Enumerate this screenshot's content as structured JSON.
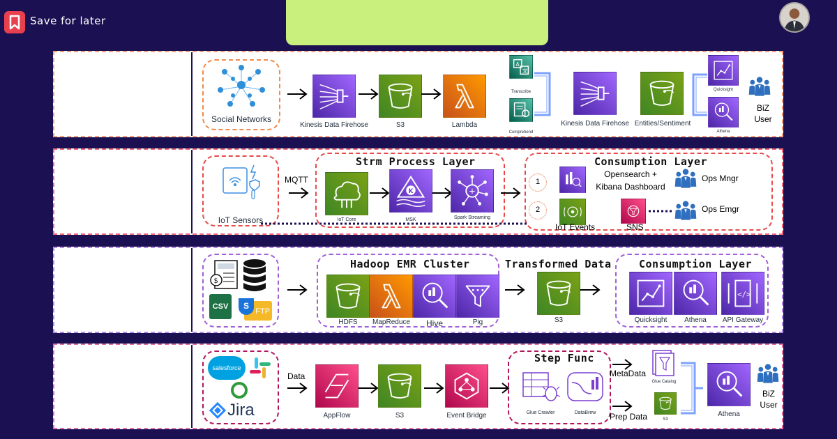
{
  "header": {
    "save_label": "Save for later"
  },
  "colors": {
    "background": "#1a1052",
    "banner": "#c9f07c"
  },
  "row1": {
    "source": "Social Networks",
    "firehose": "Kinesis Data Firehose",
    "s3": "S3",
    "lambda": "Lambda",
    "transcribe": "Transcribe",
    "comprehend": "Comprehend",
    "firehose2": "Kinesis Data Firehose",
    "entities": "Entities/Sentiment",
    "quicksight": "Quicksight",
    "athena": "Athena",
    "biz_user": "BiZ\nUser"
  },
  "row2": {
    "source": "IoT Sensors",
    "protocol": "MQTT",
    "strm_title": "Strm Process Layer",
    "iot_core": "IoT Core",
    "msk": "MSK",
    "spark": "Spark Streaming",
    "consumption_title": "Consumption Layer",
    "num1": "1",
    "num2": "2",
    "opensearch": "Opensearch +\nKibana Dashboard",
    "iot_events": "IoT Events",
    "sns": "SNS",
    "ops_mngr": "Ops Mngr",
    "ops_emgr": "Ops Emgr"
  },
  "row3": {
    "csv": "CSV",
    "ftp": "FTP",
    "s_badge": "S",
    "emr_title": "Hadoop EMR Cluster",
    "hdfs": "HDFS",
    "mapreduce": "MapReduce",
    "hive": "Hive",
    "pig": "Pig",
    "transformed_title": "Transformed Data",
    "s3": "S3",
    "consumption_title": "Consumption Layer",
    "quicksight": "Quicksight",
    "athena": "Athena",
    "api_gateway": "API Gateway"
  },
  "row4": {
    "salesforce": "salesforce",
    "jira": "Jira",
    "data_label": "Data",
    "appflow": "AppFlow",
    "s3": "S3",
    "event_bridge": "Event Bridge",
    "step_title": "Step Func",
    "glue_crawler": "Glue Crawler",
    "databrew": "DataBrew",
    "metadata": "MetaData",
    "prep_data": "Prep Data",
    "glue_catalog": "Glue Catalog",
    "s3_small": "S3",
    "athena": "Athena",
    "biz_user": "BiZ\nUser"
  },
  "icons": [
    "bookmark-icon",
    "avatar",
    "people-network-icon",
    "firehose-icon",
    "bucket-icon",
    "lambda-icon",
    "transcribe-icon",
    "comprehend-icon",
    "quicksight-icon",
    "athena-icon",
    "users-icon",
    "iot-sensor-icon",
    "iot-core-icon",
    "msk-icon",
    "spark-icon",
    "opensearch-icon",
    "iot-events-icon",
    "sns-icon",
    "document-icon",
    "database-icon",
    "hive-icon",
    "pig-icon",
    "api-gateway-icon",
    "salesforce-logo",
    "slack-logo",
    "jira-logo",
    "appflow-icon",
    "eventbridge-icon",
    "glue-crawler-icon",
    "databrew-icon",
    "glue-catalog-icon"
  ]
}
